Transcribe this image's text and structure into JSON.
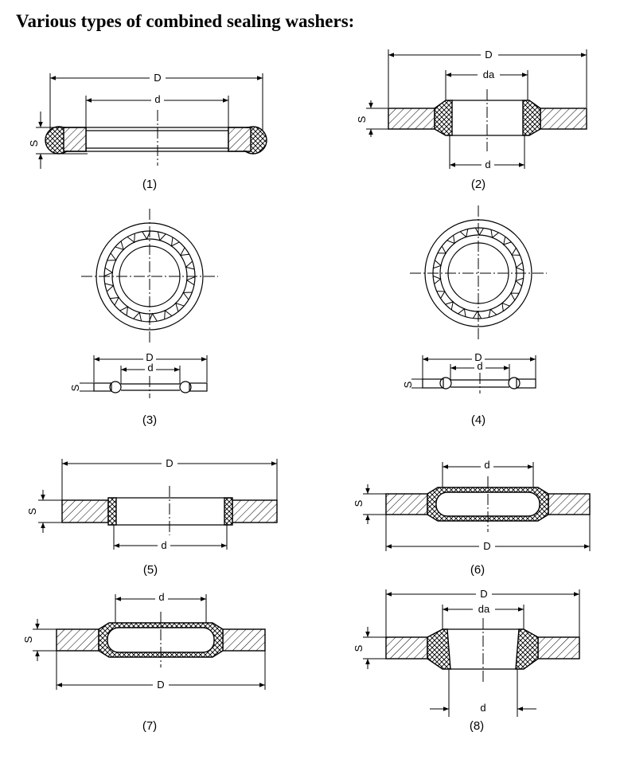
{
  "title": "Various types of combined sealing washers:",
  "figures": [
    {
      "id": "fig1",
      "caption": "(1)",
      "labels": {
        "D": "D",
        "d": "d",
        "s": "S"
      }
    },
    {
      "id": "fig2",
      "caption": "(2)",
      "labels": {
        "D": "D",
        "da": "da",
        "d": "d",
        "s": "S"
      }
    },
    {
      "id": "fig3",
      "caption": "(3)",
      "labels": {
        "D": "D",
        "d": "d",
        "s": "S"
      }
    },
    {
      "id": "fig4",
      "caption": "(4)",
      "labels": {
        "D": "D",
        "d": "d",
        "s": "S"
      }
    },
    {
      "id": "fig5",
      "caption": "(5)",
      "labels": {
        "D": "D",
        "d": "d",
        "s": "S"
      }
    },
    {
      "id": "fig6",
      "caption": "(6)",
      "labels": {
        "D": "D",
        "d": "d",
        "s": "S"
      }
    },
    {
      "id": "fig7",
      "caption": "(7)",
      "labels": {
        "D": "D",
        "d": "d",
        "s": "S"
      }
    },
    {
      "id": "fig8",
      "caption": "(8)",
      "labels": {
        "D": "D",
        "da": "da",
        "d": "d",
        "s": "S"
      }
    }
  ]
}
